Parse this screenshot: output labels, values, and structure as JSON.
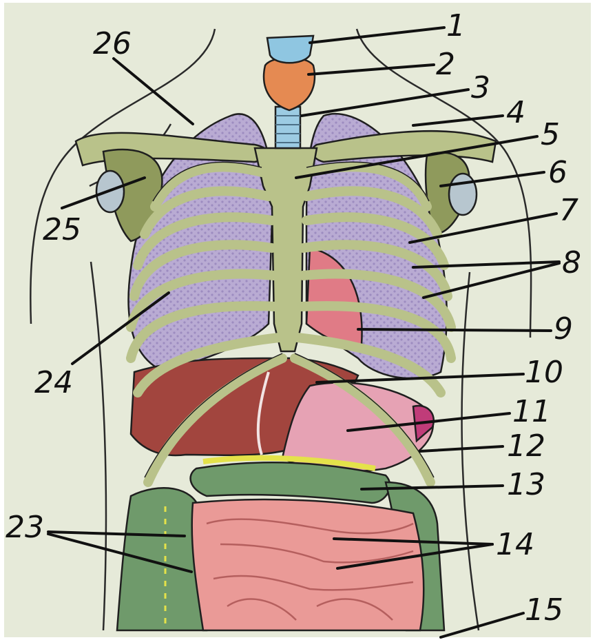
{
  "colors": {
    "background": "#e6ead9",
    "bone": "#b9c28a",
    "bone_dark": "#8f9a5c",
    "lung": "#b9abd3",
    "heart": "#e07b86",
    "liver": "#a2453e",
    "stomach": "#e6a2b4",
    "colon": "#6f9a6b",
    "small_intestine": "#ea9a97",
    "thyroid": "#e58a52",
    "larynx": "#8fc6e1",
    "fat": "#e4e24a"
  },
  "labels": {
    "n1": "1",
    "n2": "2",
    "n3": "3",
    "n4": "4",
    "n5": "5",
    "n6": "6",
    "n7": "7",
    "n8": "8",
    "n9": "9",
    "n10": "10",
    "n11": "11",
    "n12": "12",
    "n13": "13",
    "n14": "14",
    "n15": "15",
    "n23": "23",
    "n24": "24",
    "n25": "25",
    "n26": "26"
  }
}
